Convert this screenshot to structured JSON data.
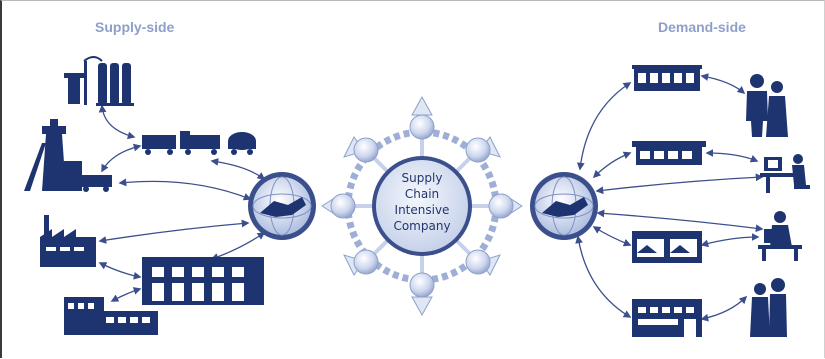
{
  "titles": {
    "supply_side": "Supply-side",
    "demand_side": "Demand-side"
  },
  "hub": {
    "lines": [
      "Supply",
      "Chain",
      "Intensive",
      "Company"
    ]
  },
  "colors": {
    "icon_navy": "#1e3470",
    "arrow": "#3b4f8c",
    "title_blue": "#8e9fc9",
    "ring_light": "#c7d2ea",
    "node_light": "#dfe6f4"
  },
  "icons": {
    "supply": [
      "tanks-icon",
      "mine-tower-icon",
      "rail-cars-icon",
      "factory-icon",
      "warehouse-icon",
      "office-building-icon",
      "handshake-globe-icon"
    ],
    "demand": [
      "store-icon",
      "shop-icon",
      "people-pair-icon",
      "computer-user-icon",
      "desk-worker-icon",
      "retail-outlet-icon",
      "handshake-globe-icon"
    ]
  }
}
